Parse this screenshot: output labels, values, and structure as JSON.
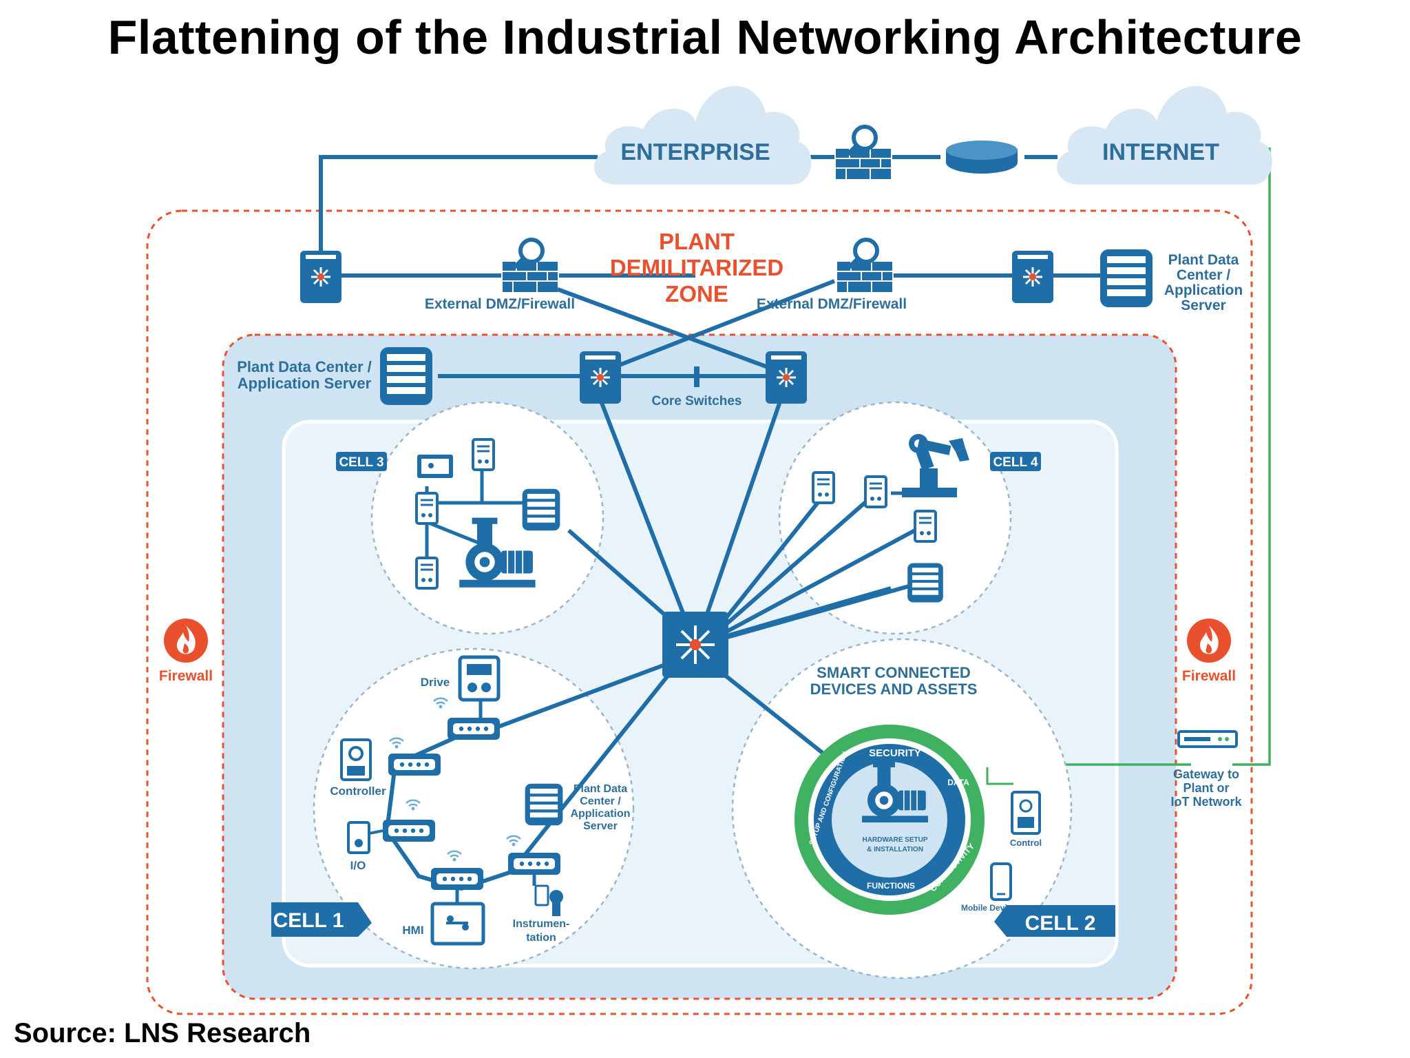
{
  "title": "Flattening of the Industrial Networking Architecture",
  "source": "Source: LNS Research",
  "clouds": {
    "enterprise": "ENTERPRISE",
    "internet": "INTERNET"
  },
  "dmz": {
    "line1": "PLANT",
    "line2": "DEMILITARIZED",
    "line3": "ZONE",
    "firewall_left": "External DMZ/Firewall",
    "firewall_right": "External DMZ/Firewall",
    "server_right": [
      "Plant Data",
      "Center /",
      "Application",
      "Server"
    ]
  },
  "plant": {
    "server": [
      "Plant Data Center /",
      "Application Server"
    ],
    "core_switches": "Core Switches"
  },
  "firewall": {
    "left": "Firewall",
    "right": "Firewall"
  },
  "cells": {
    "cell1": "CELL 1",
    "cell2": "CELL 2",
    "cell3": "CELL 3",
    "cell4": "CELL 4"
  },
  "cell1_labels": {
    "drive": "Drive",
    "controller": "Controller",
    "io": "I/O",
    "hmi": "HMI",
    "instrumentation": [
      "Instrumen-",
      "tation"
    ],
    "server": [
      "Plant Data",
      "Center /",
      "Application",
      "Server"
    ]
  },
  "cell2_labels": {
    "heading": [
      "SMART CONNECTED",
      "DEVICES AND ASSETS"
    ],
    "ring_security": "SECURITY",
    "ring_data": "DATA",
    "ring_connectivity": "CONNECTIVITY",
    "ring_functions": "FUNCTIONS",
    "ring_setup": "SETUP AND CONFIGURATION",
    "hardware": [
      "HARDWARE SETUP",
      "& INSTALLATION"
    ],
    "control": "Control",
    "mobile": "Mobile Device"
  },
  "gateway": [
    "Gateway to",
    "Plant or",
    "IoT Network"
  ],
  "colors": {
    "network_blue": "#1f6ea8",
    "light_blue": "#cfe4f2",
    "pale_blue": "#e9f3fa",
    "dmz_red": "#e8502e",
    "gateway_green": "#3fb160"
  }
}
